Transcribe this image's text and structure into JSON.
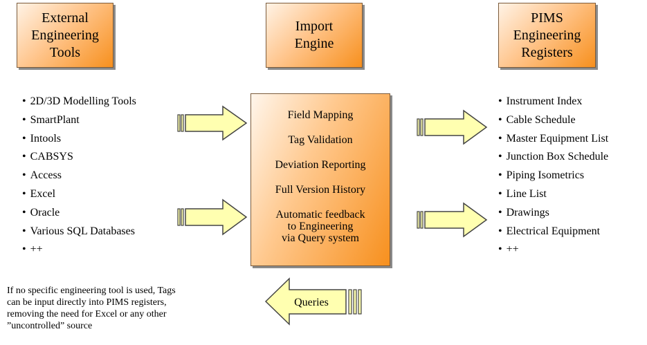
{
  "boxes": {
    "external": [
      "External",
      "Engineering",
      "Tools"
    ],
    "import": [
      "Import",
      "Engine"
    ],
    "pims": [
      "PIMS",
      "Engineering",
      "Registers"
    ]
  },
  "engine_features": [
    "Field Mapping",
    "Tag Validation",
    "Deviation Reporting",
    "Full Version History",
    "Automatic feedback",
    "to Engineering",
    "via Query  system"
  ],
  "external_tools": [
    "2D/3D Modelling Tools",
    "SmartPlant",
    "Intools",
    "CABSYS",
    "Access",
    "Excel",
    "Oracle",
    "Various SQL Databases",
    "++"
  ],
  "pims_registers": [
    "Instrument Index",
    "Cable Schedule",
    "Master Equipment List",
    "Junction Box Schedule",
    "Piping Isometrics",
    "Line List",
    "Drawings",
    "Electrical Equipment",
    "++"
  ],
  "queries_label": "Queries",
  "note": [
    " If no specific engineering tool is used, Tags",
    "can be input directly into PIMS registers,",
    "removing the need for Excel or any other",
    "”uncontrolled” source"
  ],
  "colors": {
    "box_fill_light": "#fff3e6",
    "box_fill_dark": "#f7901e",
    "arrow_fill": "#ffffb0"
  }
}
